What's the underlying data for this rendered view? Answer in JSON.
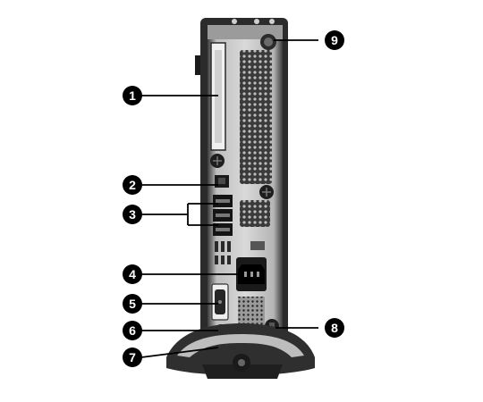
{
  "figure": {
    "subject": "Rear panel of a small-form-factor desktop computer with numbered callouts",
    "colors": {
      "callout_fill": "#000000",
      "callout_text": "#ffffff",
      "chassis_dark": "#2b2b2b",
      "chassis_mid": "#8d8d8d",
      "chassis_light": "#d6d6d6"
    }
  },
  "callouts": [
    {
      "label": "1",
      "target": "expansion-slot-cover"
    },
    {
      "label": "2",
      "target": "network-port"
    },
    {
      "label": "3",
      "target": "usb-ports"
    },
    {
      "label": "4",
      "target": "power-connector"
    },
    {
      "label": "5",
      "target": "vga-monitor-connector"
    },
    {
      "label": "6",
      "target": "headphone-line-out-jack"
    },
    {
      "label": "7",
      "target": "microphone-line-in-jack"
    },
    {
      "label": "8",
      "target": "cable-lock-slot"
    },
    {
      "label": "9",
      "target": "thumbscrew"
    }
  ]
}
